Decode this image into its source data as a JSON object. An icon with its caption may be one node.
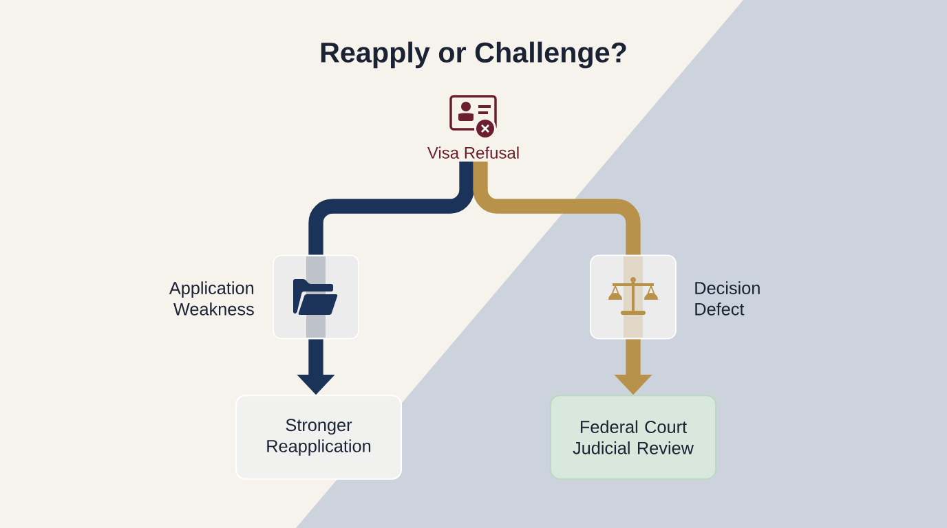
{
  "diagram": {
    "title": "Reapply or Challenge?",
    "nodes": [
      {
        "text": [
          "Visa Refusal"
        ]
      },
      {
        "text": [],
        "shape": "box",
        "beside": [
          "Application Weakness"
        ]
      },
      {
        "text": [],
        "shape": "box",
        "beside": [
          "Decision Defect"
        ]
      },
      {
        "text": [
          "Stronger Reapplication"
        ]
      },
      {
        "text": [
          "Federal Court Judicial Review"
        ]
      }
    ],
    "edges": [
      {
        "from": 0,
        "to": 1,
        "arrow": "none",
        "color": "#1b3358"
      },
      {
        "from": 1,
        "to": 3,
        "arrow": "to",
        "color": "#1b3358"
      },
      {
        "from": 0,
        "to": 2,
        "arrow": "none",
        "color": "#b8924a"
      },
      {
        "from": 2,
        "to": 4,
        "arrow": "to",
        "color": "#b8924a"
      }
    ]
  }
}
